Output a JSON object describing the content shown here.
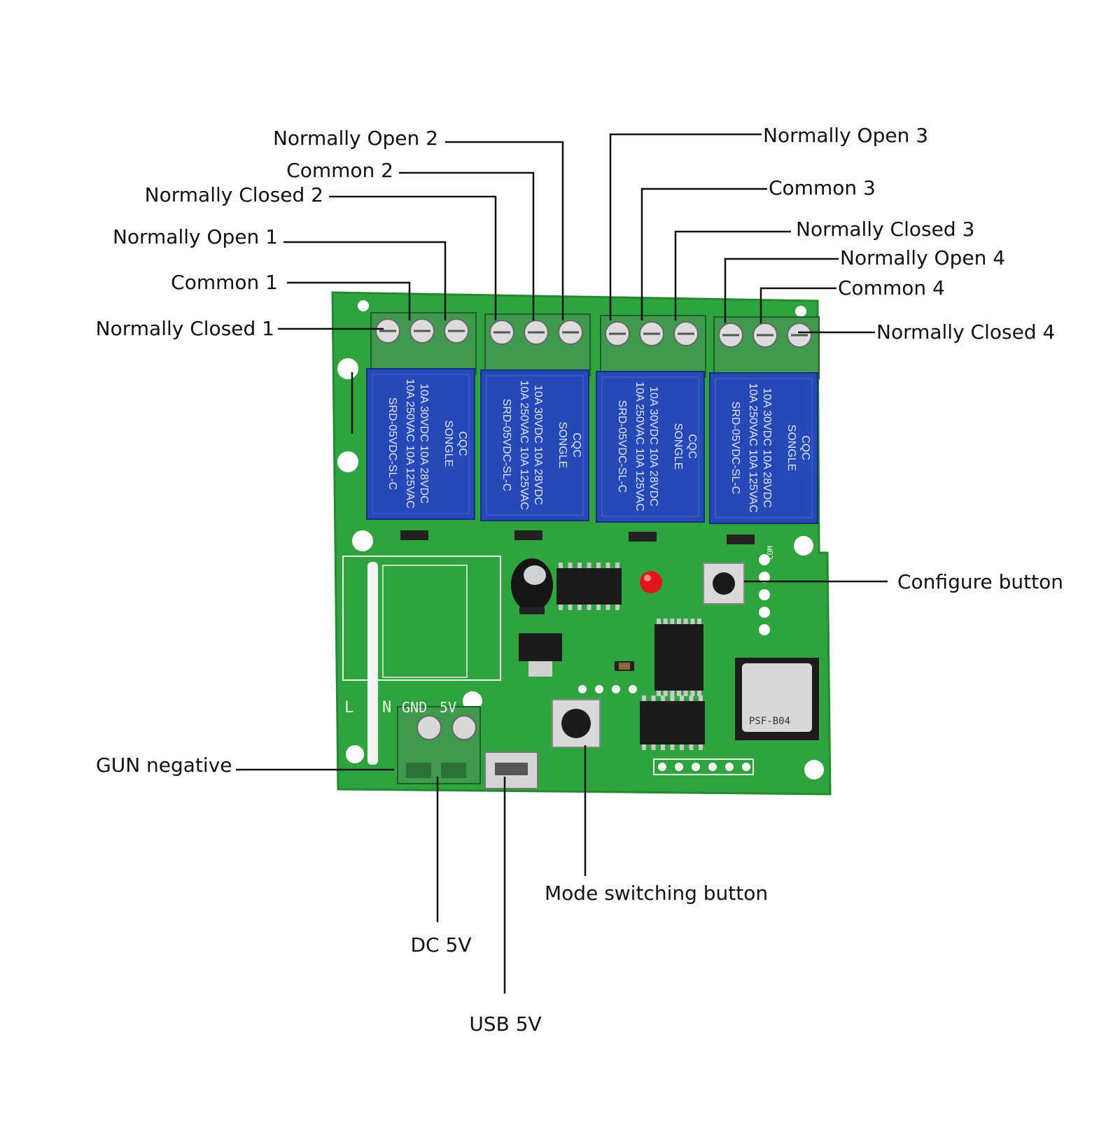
{
  "colors": {
    "pcb": "#2fa33d",
    "pcb_dark": "#238a31",
    "terminal": "#3f9a4e",
    "relay": "#2749b8",
    "chip": "#1b1b1b",
    "led": "#e0141b",
    "label": "#111111"
  },
  "callouts": {
    "no1": "Normally Open 1",
    "com1": "Common 1",
    "nc1": "Normally Closed 1",
    "no2": "Normally Open 2",
    "com2": "Common 2",
    "nc2": "Normally Closed 2",
    "no3": "Normally Open 3",
    "com3": "Common 3",
    "nc3": "Normally Closed 3",
    "no4": "Normally Open 4",
    "com4": "Common 4",
    "nc4": "Normally Closed 4",
    "configure": "Configure button",
    "gun_negative": "GUN negative",
    "mode_switch": "Mode switching button",
    "dc5v": "DC 5V",
    "usb5v": "USB 5V"
  },
  "board": {
    "relay_brand": "SONGLE",
    "relay_model": "SRD-05VDC-SL-C",
    "relay_rating_1": "10A 250VAC",
    "relay_rating_2": "10A 30VDC",
    "relay_rating_3": "10A 125VAC",
    "relay_rating_4": "10A 28VDC",
    "relay_cert": "CQC",
    "silk_l": "L",
    "silk_n": "N",
    "silk_gnd": "GND",
    "silk_5v": "5V",
    "silk_com": "COM",
    "module_label": "PSF-B04"
  }
}
